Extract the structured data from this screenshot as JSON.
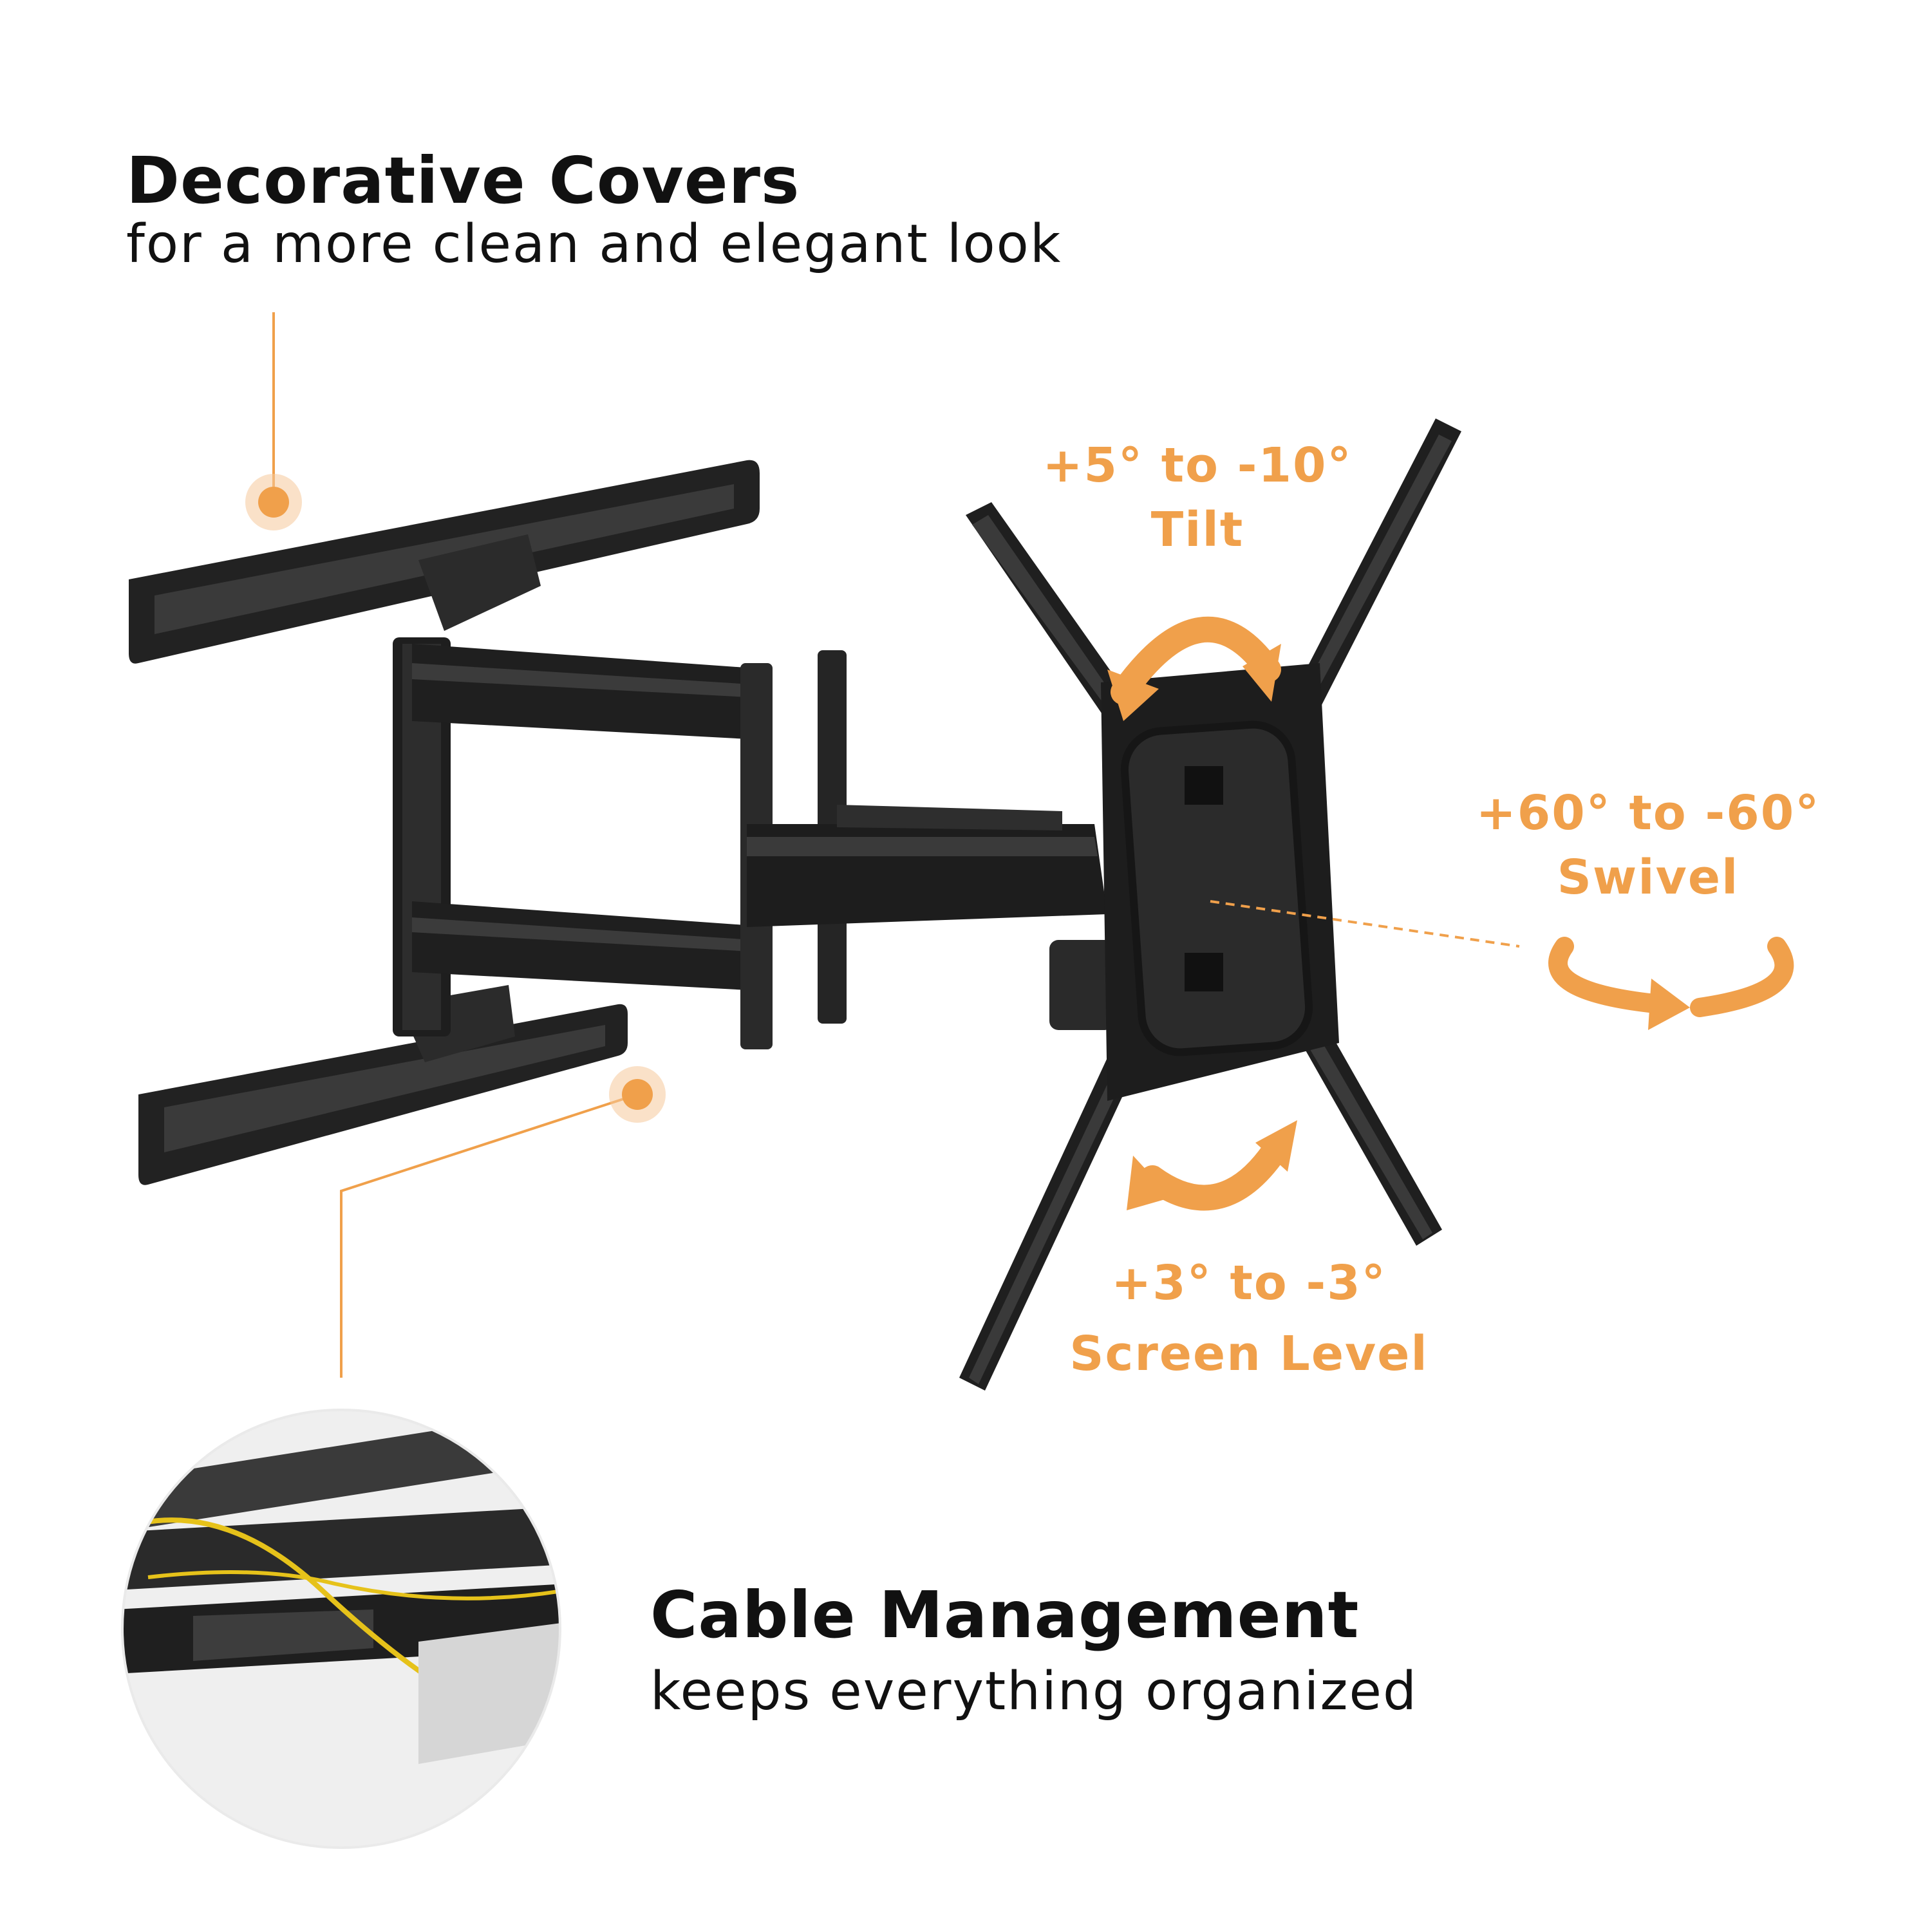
{
  "callouts": {
    "decorative": {
      "title": "Decorative Covers",
      "subtitle": "for a more clean and elegant look"
    },
    "cable": {
      "title": "Cable Management",
      "subtitle": "keeps everything organized"
    }
  },
  "adjustments": {
    "tilt": {
      "range": "+5° to -10°",
      "label": "Tilt"
    },
    "swivel": {
      "range": "+60° to -60°",
      "label": "Swivel"
    },
    "level": {
      "range": "+3° to -3°",
      "label": "Screen Level"
    }
  },
  "colors": {
    "accent": "#f0a04b",
    "mount": "#1f1f1f",
    "cable": "#e6c21a"
  }
}
